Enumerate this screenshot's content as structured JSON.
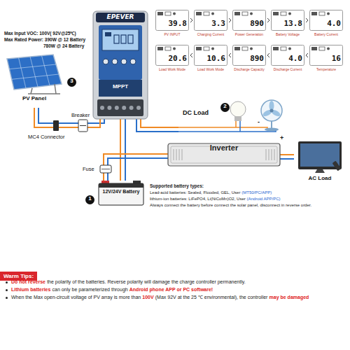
{
  "diagram": {
    "nodes": [
      {
        "text": [
          "EPEVER",
          "MPPT"
        ]
      },
      {
        "text": [
          "39.8",
          "PV INPUT"
        ]
      },
      {
        "text": [
          "3.3",
          "Charging Current"
        ]
      },
      {
        "text": [
          "890",
          "Power Generation"
        ]
      },
      {
        "text": [
          "13.8",
          "Battery Voltage"
        ]
      },
      {
        "text": [
          "4.0",
          "Battery Current"
        ]
      },
      {
        "text": [
          "20.6",
          "Load Work Mode"
        ]
      },
      {
        "text": [
          "10.6",
          "Load Work Mode"
        ]
      },
      {
        "text": [
          "890",
          "Discharge Capacity"
        ]
      },
      {
        "text": [
          "4.0",
          "Discharge Current"
        ]
      },
      {
        "text": [
          "16",
          "Temperature"
        ]
      },
      {
        "text": [
          "PV Panel"
        ]
      },
      {
        "text": [
          "DC Load"
        ]
      },
      {
        "text": [
          "Inverter"
        ]
      },
      {
        "text": [
          "12V/24V Battery"
        ]
      },
      {
        "text": [
          "AC Load"
        ]
      }
    ],
    "edges": [
      {
        "from": 11,
        "to": 0,
        "arrow": "none"
      },
      {
        "from": 0,
        "to": 12,
        "arrow": "none"
      },
      {
        "from": 0,
        "to": 14,
        "arrow": "none"
      },
      {
        "from": 14,
        "to": 13,
        "arrow": "none"
      },
      {
        "from": 13,
        "to": 15,
        "arrow": "none"
      }
    ],
    "labels": [
      "Max Input VOC: 100V( 92V@25℃)",
      "Max Rated Power: 390W @ 12 Battery",
      "780W @ 24 Battery",
      "3",
      "Breaker",
      "MC4 Connector",
      "2",
      "-",
      "+",
      "Fuse",
      "1",
      "Supported battery types:",
      "Lead-acid batteries: Sealed, Flooded, GEL, User",
      "(MT50/PC/APP)",
      "lithium-ion batteries: LiFePO4, Li(NiCoMn)O2, User",
      "(Android APP/PC)",
      "Always connect the battery before connect the solar panel, disconnect in reverse order.",
      "Warm Tips:",
      "Do not reverse",
      "the polarity of the batteries. Reverse polarity will damage the charge controller permanently.",
      "Lithium batteries",
      "can only be parameterized through",
      "Android phone APP or PC software!",
      "When the Max open-circuit voltage of PV array is more than",
      "100V",
      "(Max 92V at the 25 ℃ environmental), the controller",
      "may be damaged"
    ]
  }
}
